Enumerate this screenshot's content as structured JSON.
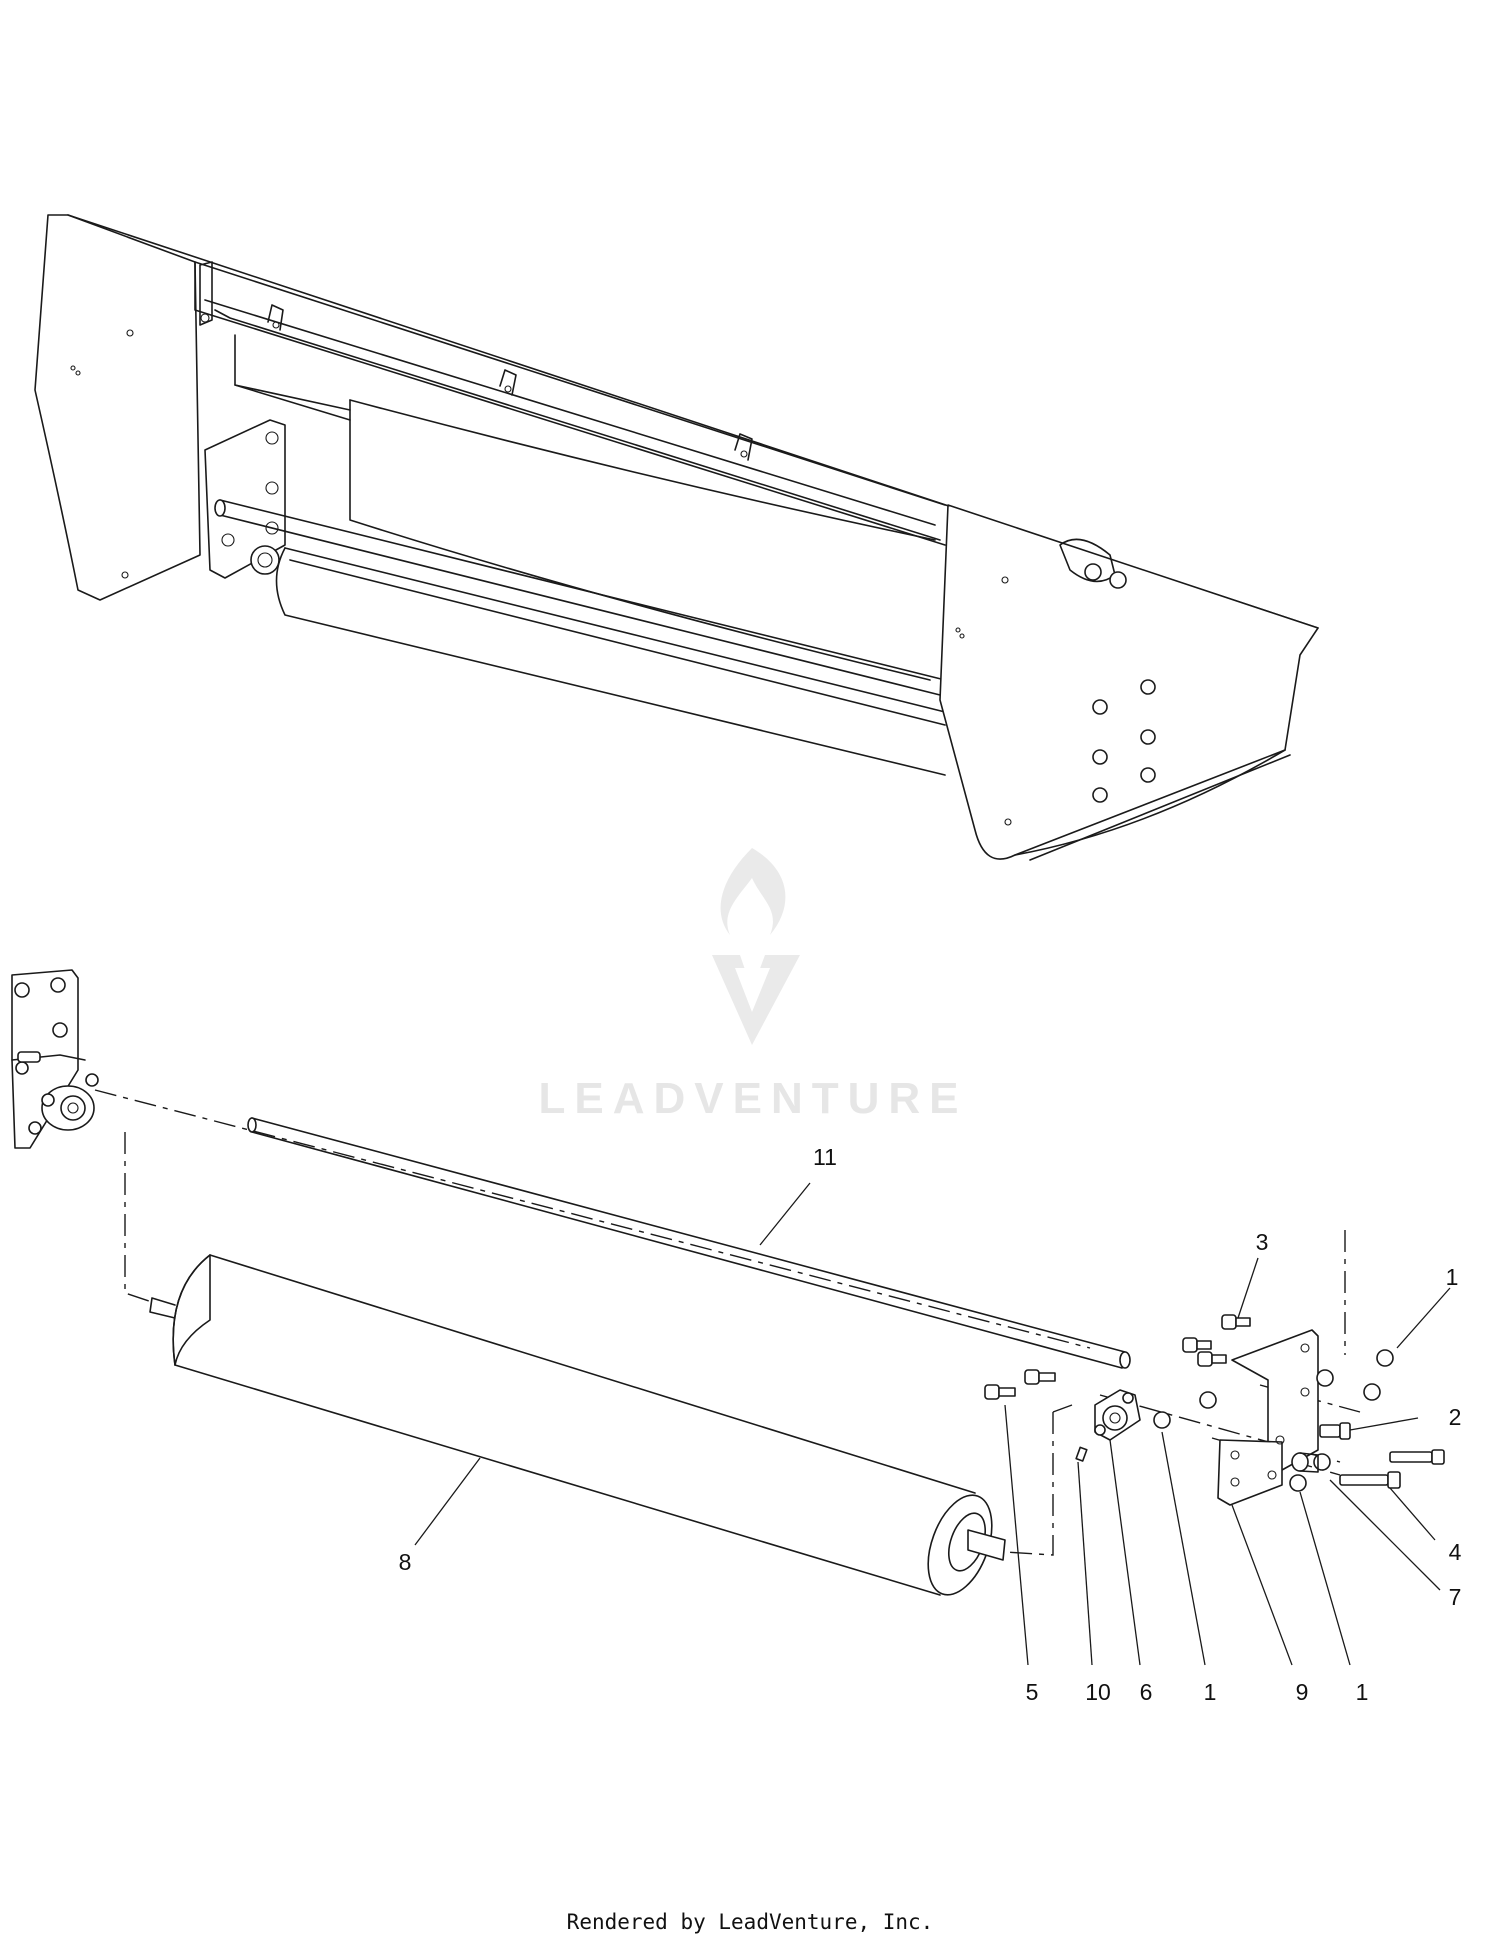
{
  "watermark": {
    "logo_icon": "flame-v-logo-icon",
    "text": "LEADVENTURE"
  },
  "callouts": {
    "c11": "11",
    "c3": "3",
    "c1_top": "1",
    "c2": "2",
    "c4": "4",
    "c7": "7",
    "c8": "8",
    "c5": "5",
    "c10": "10",
    "c6": "6",
    "c1_mid": "1",
    "c9": "9",
    "c1_bottom": "1"
  },
  "footer": {
    "credit": "Rendered by LeadVenture, Inc."
  },
  "colors": {
    "line": "#1a1a1a",
    "watermark": "#e6e6e6",
    "background": "#ffffff"
  }
}
